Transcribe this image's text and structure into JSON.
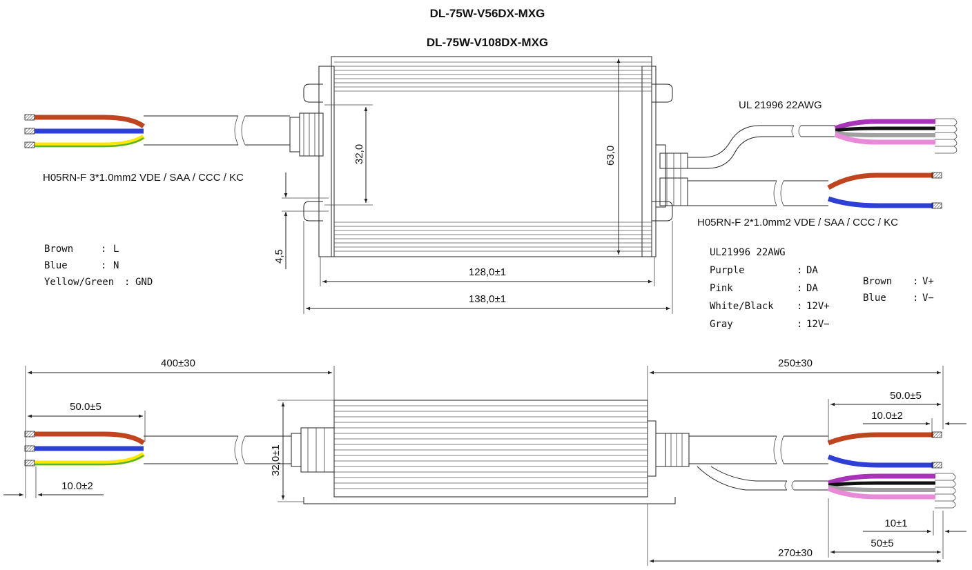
{
  "titles": [
    "DL-75W-V56DX-MXG",
    "DL-75W-V108DX-MXG"
  ],
  "cables": {
    "input": "H05RN-F 3*1.0mm2 VDE / SAA / CCC / KC",
    "output_power": "H05RN-F 2*1.0mm2 VDE / SAA / CCC / KC",
    "output_signal": "UL 21996  22AWG"
  },
  "dimensions": {
    "body_height": "32,0",
    "body_width": "63,0",
    "mount_hole": "4,5",
    "body_length": "128,0±1",
    "total_length": "138,0±1",
    "input_cable": "400±30",
    "output_power_cable": "250±30",
    "input_strip": "50.0±5",
    "input_tin": "10.0±2",
    "side_height": "32,0±1",
    "output_strip": "50.0±5",
    "output_tin": "10.0±2",
    "signal_tin": "10±1",
    "signal_strip": "50±5",
    "signal_cable": "270±30"
  },
  "legend_input": [
    {
      "wire": "Brown",
      "sep": ":",
      "signal": "L"
    },
    {
      "wire": "Blue",
      "sep": ":",
      "signal": "N"
    },
    {
      "wire": "Yellow/Green",
      "sep": ":",
      "signal": "GND"
    }
  ],
  "legend_signal": {
    "header": "UL21996  22AWG",
    "rows": [
      {
        "wire": "Purple",
        "sep": ":",
        "signal": "DA"
      },
      {
        "wire": "Pink",
        "sep": ":",
        "signal": "DA"
      },
      {
        "wire": "White/Black",
        "sep": ":",
        "signal": "12V+"
      },
      {
        "wire": "Gray",
        "sep": ":",
        "signal": "12V−"
      }
    ]
  },
  "legend_output": [
    {
      "wire": "Brown",
      "sep": ":",
      "signal": "V+"
    },
    {
      "wire": "Blue",
      "sep": ":",
      "signal": "V−"
    }
  ],
  "colors": {
    "brown": "#c0441d",
    "blue": "#2e3fd6",
    "yellow": "#ffe600",
    "green": "#55b530",
    "purple": "#a832b8",
    "pink": "#e98ad8",
    "black": "#111111",
    "gray": "#a0a0a0",
    "white": "#ffffff"
  }
}
